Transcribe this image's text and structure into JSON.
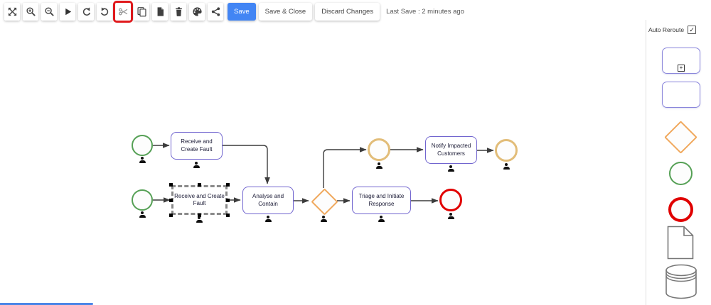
{
  "toolbar": {
    "icons": [
      {
        "name": "fit-screen"
      },
      {
        "name": "zoom-in"
      },
      {
        "name": "zoom-out"
      },
      {
        "name": "play"
      },
      {
        "name": "undo"
      },
      {
        "name": "redo"
      },
      {
        "name": "cut",
        "disabled": true,
        "highlighted": true
      },
      {
        "name": "copy"
      },
      {
        "name": "paste"
      },
      {
        "name": "delete"
      },
      {
        "name": "palette"
      },
      {
        "name": "share"
      }
    ],
    "save_label": "Save",
    "save_close_label": "Save & Close",
    "discard_label": "Discard Changes",
    "last_save": "Last Save : 2 minutes ago",
    "accent_color": "#4285f4",
    "highlight_color": "#e0191c"
  },
  "sidebar": {
    "auto_reroute": {
      "label": "Auto Reroute",
      "checked": true,
      "check_glyph": "✓"
    },
    "palette": [
      {
        "name": "subprocess",
        "color": "#8a86db"
      },
      {
        "name": "task",
        "color": "#8a86db"
      },
      {
        "name": "gateway",
        "color": "#f0a85c"
      },
      {
        "name": "start-event",
        "color": "#55a055"
      },
      {
        "name": "end-event",
        "color": "#e00000"
      },
      {
        "name": "document",
        "color": "#777777"
      },
      {
        "name": "datastore",
        "color": "#777777"
      }
    ],
    "plus_glyph": "+"
  },
  "diagram": {
    "nodes": {
      "task_receive_top": "Receive and Create Fault",
      "task_receive_selected": "Receive and Create Fault",
      "task_analyse": "Analyse and Contain",
      "task_triage": "Triage and Initiate Response",
      "task_notify": "Notify Impacted Customers"
    },
    "node_colors": {
      "task_border": "#7165cf",
      "start_event": "#55a055",
      "intermediate_event": "#e2bd79",
      "end_event": "#e10000",
      "gateway": "#f0a85c"
    },
    "edges": [
      {
        "from": "start-event-top",
        "to": "task-receive-top"
      },
      {
        "from": "task-receive-top",
        "to": "task-analyse"
      },
      {
        "from": "start-event-bottom",
        "to": "task-receive-selected"
      },
      {
        "from": "task-receive-selected",
        "to": "task-analyse"
      },
      {
        "from": "task-analyse",
        "to": "gateway"
      },
      {
        "from": "gateway",
        "to": "task-triage"
      },
      {
        "from": "task-triage",
        "to": "end-event-red"
      },
      {
        "from": "gateway",
        "to": "intermediate-event-1"
      },
      {
        "from": "intermediate-event-1",
        "to": "task-notify"
      },
      {
        "from": "task-notify",
        "to": "intermediate-event-2"
      }
    ]
  }
}
